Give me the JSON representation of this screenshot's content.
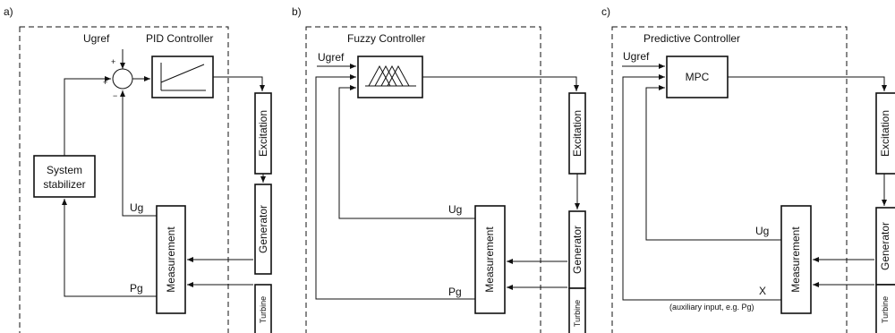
{
  "panels": [
    {
      "tag": "a)",
      "title": "PID Controller",
      "ref": "Ugref",
      "stabilizer": [
        "System",
        "stabilizer"
      ],
      "signs": {
        "top": "+",
        "left": "+",
        "bottom": "−"
      },
      "measurement": "Measurement",
      "ug": "Ug",
      "pg": "Pg",
      "excitation": "Excitation",
      "generator": "Generator",
      "turbine": "Turbine"
    },
    {
      "tag": "b)",
      "title": "Fuzzy Controller",
      "ref": "Ugref",
      "measurement": "Measurement",
      "ug": "Ug",
      "pg": "Pg",
      "excitation": "Excitation",
      "generator": "Generator",
      "turbine": "Turbine"
    },
    {
      "tag": "c)",
      "title": "Predictive Controller",
      "ref": "Ugref",
      "mpc": "MPC",
      "measurement": "Measurement",
      "ug": "Ug",
      "x": "X",
      "aux": "(auxiliary input, e.g. Pg)",
      "excitation": "Excitation",
      "generator": "Generator",
      "turbine": "Turbine"
    }
  ]
}
